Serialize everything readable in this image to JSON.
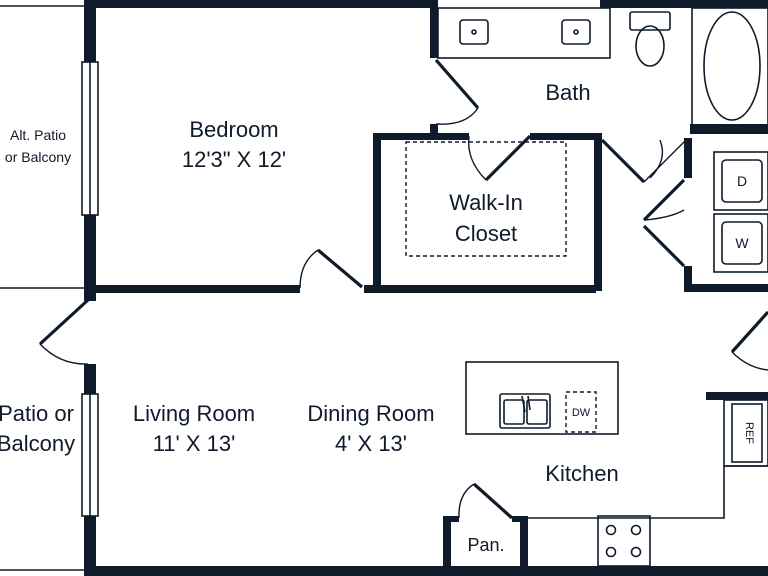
{
  "rooms": {
    "alt_patio": "Alt. Patio",
    "alt_patio_2": "or Balcony",
    "bedroom": "Bedroom",
    "bedroom_dim": "12'3\" X 12'",
    "bath": "Bath",
    "closet_1": "Walk-In",
    "closet_2": "Closet",
    "patio": "Patio or",
    "patio_2": "Balcony",
    "living": "Living Room",
    "living_dim": "11' X 13'",
    "dining": "Dining Room",
    "dining_dim": "4' X 13'",
    "kitchen": "Kitchen",
    "pantry": "Pan."
  },
  "appliances": {
    "dryer": "D",
    "washer": "W",
    "dishwasher": "DW",
    "fridge": "REF"
  },
  "colors": {
    "ink": "#0f1a2b",
    "background": "#ffffff"
  }
}
